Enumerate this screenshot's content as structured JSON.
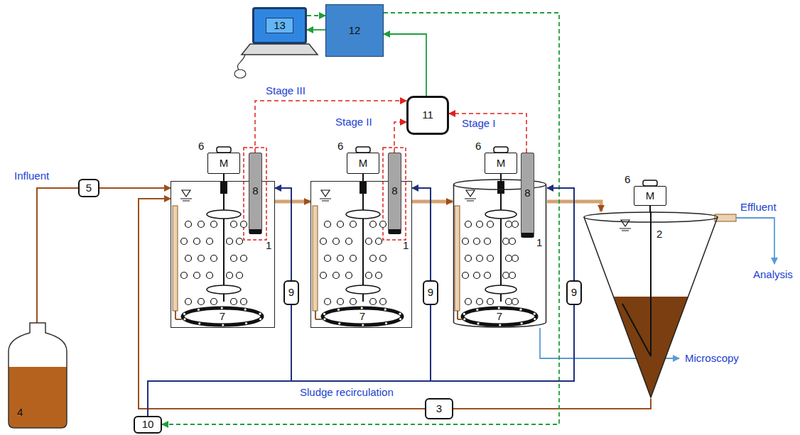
{
  "diagram": {
    "nodes": [
      {
        "text": [
          "13"
        ]
      },
      {
        "text": [
          "12"
        ]
      },
      {
        "text": [
          "11"
        ]
      },
      {
        "text": [
          "5"
        ]
      },
      {
        "text": [
          "1"
        ]
      },
      {
        "text": [
          "6",
          "M"
        ]
      },
      {
        "text": [
          "8"
        ]
      },
      {
        "text": [
          "9"
        ]
      },
      {
        "text": [
          "1"
        ]
      },
      {
        "text": [
          "6",
          "M"
        ]
      },
      {
        "text": [
          "8"
        ]
      },
      {
        "text": [
          "9"
        ]
      },
      {
        "text": [
          "1"
        ]
      },
      {
        "text": [
          "6",
          "M"
        ]
      },
      {
        "text": [
          "8"
        ]
      },
      {
        "text": [
          "9"
        ]
      },
      {
        "text": [
          "2"
        ]
      },
      {
        "text": [
          "6",
          "M"
        ]
      },
      {
        "text": [
          "3"
        ]
      },
      {
        "text": [
          "4"
        ]
      },
      {
        "text": [
          "10"
        ]
      }
    ],
    "edges": [
      {
        "from": 19,
        "to": 3,
        "arrow": "none"
      },
      {
        "from": 3,
        "to": 4,
        "arrow": "to"
      },
      {
        "from": 4,
        "to": 8,
        "arrow": "to"
      },
      {
        "from": 8,
        "to": 12,
        "arrow": "to"
      },
      {
        "from": 12,
        "to": 16,
        "arrow": "to"
      },
      {
        "from": 16,
        "to": 18,
        "arrow": "none"
      },
      {
        "from": 18,
        "to": 4,
        "arrow": "to"
      },
      {
        "from": 6,
        "to": 2,
        "arrow": "to",
        "label": "Stage III"
      },
      {
        "from": 10,
        "to": 2,
        "arrow": "to",
        "label": "Stage II"
      },
      {
        "from": 14,
        "to": 2,
        "arrow": "to",
        "label": "Stage I"
      },
      {
        "from": 2,
        "to": 1,
        "arrow": "to"
      },
      {
        "from": 1,
        "to": 0,
        "arrow": "to"
      },
      {
        "from": 0,
        "to": 1,
        "arrow": "to"
      },
      {
        "from": 1,
        "to": 20,
        "arrow": "to"
      },
      {
        "from": 20,
        "to": 7,
        "arrow": "none"
      },
      {
        "from": 20,
        "to": 11,
        "arrow": "none"
      },
      {
        "from": 20,
        "to": 15,
        "arrow": "none"
      },
      {
        "from": 7,
        "to": 4,
        "arrow": "to"
      },
      {
        "from": 11,
        "to": 8,
        "arrow": "to"
      },
      {
        "from": 15,
        "to": 12,
        "arrow": "to"
      }
    ],
    "labels": [
      "Influent",
      "7",
      "7",
      "7",
      "Effluent",
      "Analysis",
      "Sludge recirculation",
      "Microscopy"
    ]
  }
}
